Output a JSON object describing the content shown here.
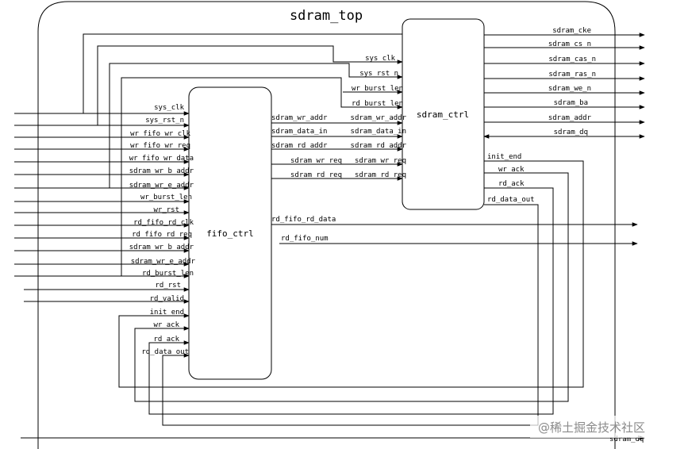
{
  "title": "sdram_top",
  "blocks": {
    "fifo_ctrl": "fifo_ctrl",
    "sdram_ctrl": "sdram_ctrl"
  },
  "fifo_inputs": [
    "sys_clk",
    "sys_rst_n",
    "wr_fifo_wr_clk",
    "wr_fifo_wr_req",
    "wr_fifo_wr_data",
    "sdram_wr_b_addr",
    "sdram_wr_e_addr",
    "wr_burst_len",
    "wr_rst",
    "rd_fifo_rd_clk",
    "rd_fifo_rd_req",
    "sdram_wr_b_addr",
    "sdram_wr_e_addr",
    "rd_burst_len",
    "rd_rst",
    "rd_valid",
    "init_end",
    "wr_ack",
    "rd_ack",
    "rd_data_out"
  ],
  "fifo_outputs": [
    "sdram_wr_addr",
    "sdram_data_in",
    "sdram_rd_addr",
    "sdram_wr_req",
    "sdram_rd_req",
    "rd_fifo_rd_data",
    "rd_fifo_num"
  ],
  "ctrl_inputs": [
    "sys_clk",
    "sys_rst_n",
    "wr_burst_len",
    "rd_burst_len",
    "sdram_wr_addr",
    "sdram_data_in",
    "sdram_rd_addr",
    "sdram_wr_req",
    "sdram_rd_req"
  ],
  "ctrl_outputs": [
    "sdram_cke",
    "sdram_cs_n",
    "sdram_cas_n",
    "sdram_ras_n",
    "sdram_we_n",
    "sdram_ba",
    "sdram_addr",
    "sdram_dq",
    "init_end",
    "wr_ack",
    "rd_ack",
    "rd_data_out"
  ],
  "bottom_label": "sdram_dq",
  "watermark": "@稀土掘金技术社区"
}
